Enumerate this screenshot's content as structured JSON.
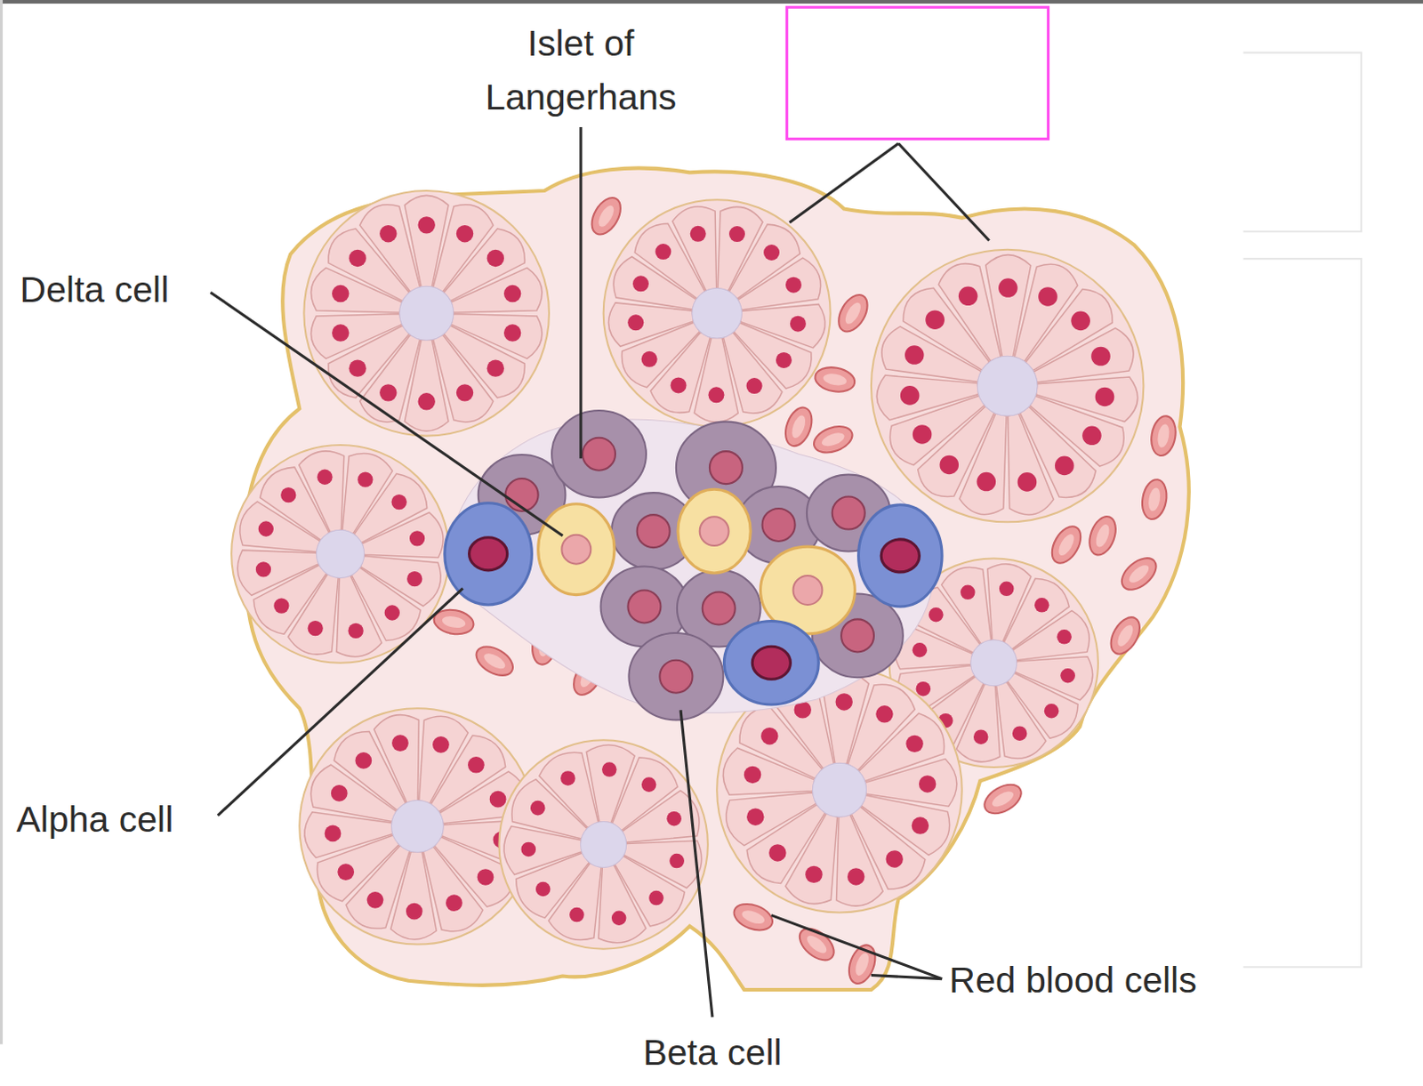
{
  "diagram": {
    "labels": [
      "Islet of Langerhans",
      "Delta cell",
      "Alpha cell",
      "Red blood cells",
      "Beta cell"
    ]
  }
}
